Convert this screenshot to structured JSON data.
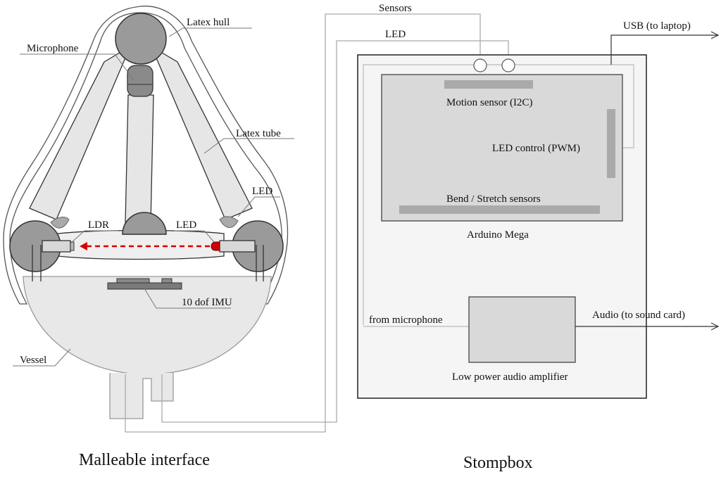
{
  "interface": {
    "caption": "Malleable interface",
    "labels": {
      "latex_hull": "Latex hull",
      "microphone": "Microphone",
      "latex_tube": "Latex tube",
      "led_tube": "LED",
      "ldr": "LDR",
      "led_inner": "LED",
      "imu": "10 dof IMU",
      "vessel": "Vessel"
    }
  },
  "wiring": {
    "sensors": "Sensors",
    "led": "LED",
    "usb": "USB (to laptop)",
    "audio_out": "Audio (to sound card)"
  },
  "stompbox": {
    "caption": "Stompbox",
    "board": "Arduino Mega",
    "motion_sensor": "Motion sensor (I2C)",
    "led_control": "LED control (PWM)",
    "bend_stretch": "Bend / Stretch sensors",
    "from_microphone": "from microphone",
    "amplifier": "Low power audio amplifier"
  },
  "colors": {
    "hull_outline": "#555555",
    "tube_fill": "#e6e6e6",
    "joint_fill": "#9a9a9a",
    "vessel_fill": "#e8e8e8",
    "board_fill": "#d9d9d9",
    "strip_fill": "#aaaaaa",
    "light_beam": "#d60000",
    "led_red": "#d00000"
  }
}
